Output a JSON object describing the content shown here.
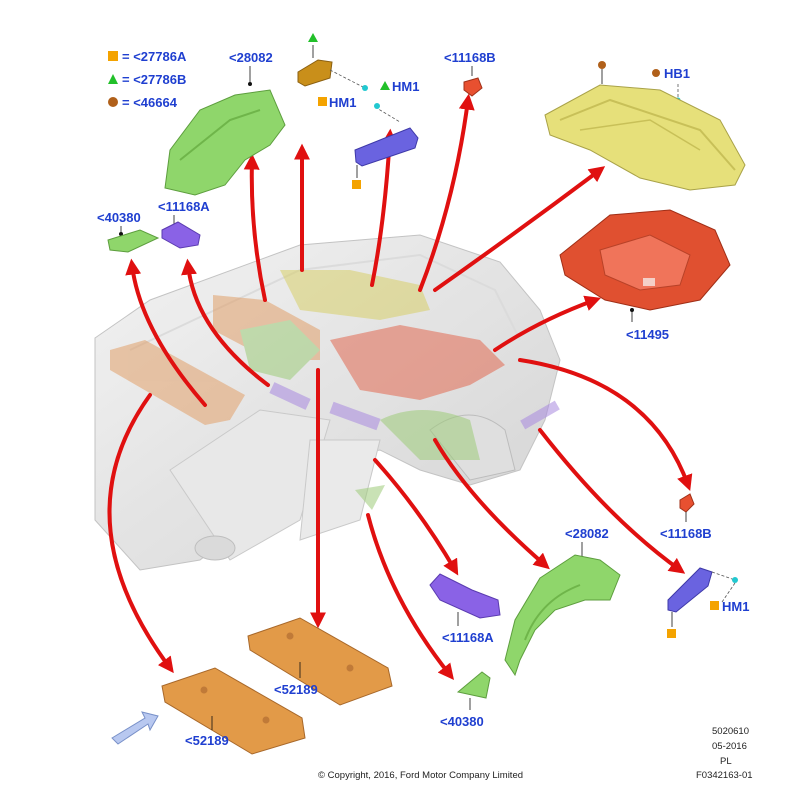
{
  "legend": {
    "square": {
      "symbol": "■",
      "text": "= <27786A",
      "color": "#f4a300"
    },
    "triangle": {
      "symbol": "▲",
      "text": "= <27786B",
      "color": "#22c02a"
    },
    "circle": {
      "symbol": "●",
      "text": "= <46664",
      "color": "#b0601a"
    }
  },
  "labels": {
    "top_28082": "<28082",
    "top_11168B": "<11168B",
    "hb1": "HB1",
    "hm1_top_right": "HM1",
    "hm1_top_left": "HM1",
    "left_40380": "<40380",
    "left_11168A": "<11168A",
    "right_11495": "<11495",
    "right_11168B": "<11168B",
    "right_hm1": "HM1",
    "bottom_28082": "<28082",
    "bottom_11168A": "<11168A",
    "bottom_40380": "<40380",
    "bottom_52189_a": "<52189",
    "bottom_52189_b": "<52189"
  },
  "footer": {
    "copyright": "© Copyright, 2016, Ford Motor Company Limited",
    "code1": "5020610",
    "date": "05-2016",
    "lang": "PL",
    "figure_id": "F0342163-01"
  },
  "colors": {
    "label_blue": "#1f3fd0",
    "arrow_red": "#e01010",
    "insulator_green": "#8fd66b",
    "deflector_purple": "#8a62e6",
    "liner_orange": "#e05030",
    "panel_yellow": "#e6e07a",
    "pad_orange": "#e29a48",
    "fastener_teal": "#22c8d0"
  },
  "icons": [
    "square-marker-icon",
    "triangle-marker-icon",
    "circle-marker-icon",
    "direction-arrow-icon"
  ]
}
